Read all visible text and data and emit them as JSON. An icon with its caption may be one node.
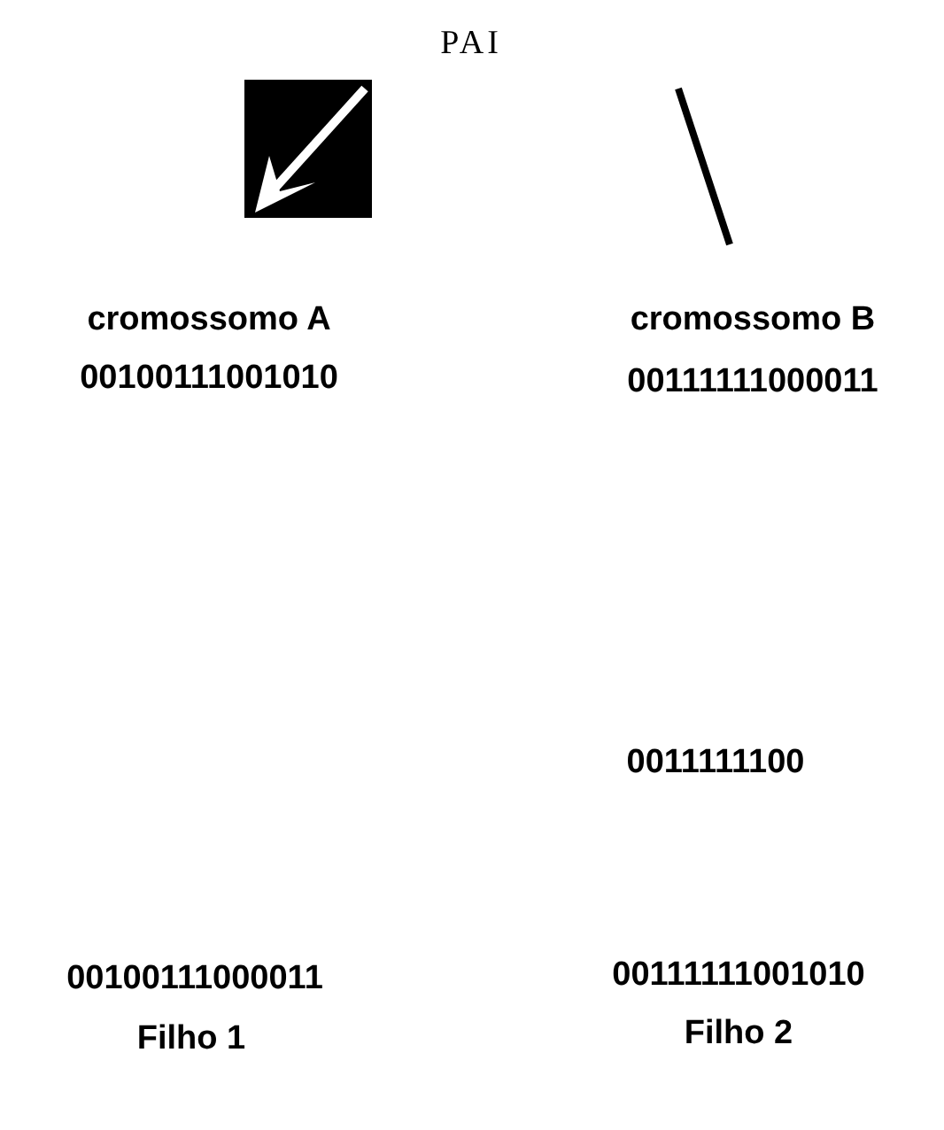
{
  "diagram": {
    "title": "PAI",
    "labels": [
      "cromossomo A",
      "00100111001010",
      "cromossomo B",
      "00111111000011",
      "0011111100",
      "00100111000011",
      "Filho 1",
      "00111111001010",
      "Filho 2"
    ]
  }
}
